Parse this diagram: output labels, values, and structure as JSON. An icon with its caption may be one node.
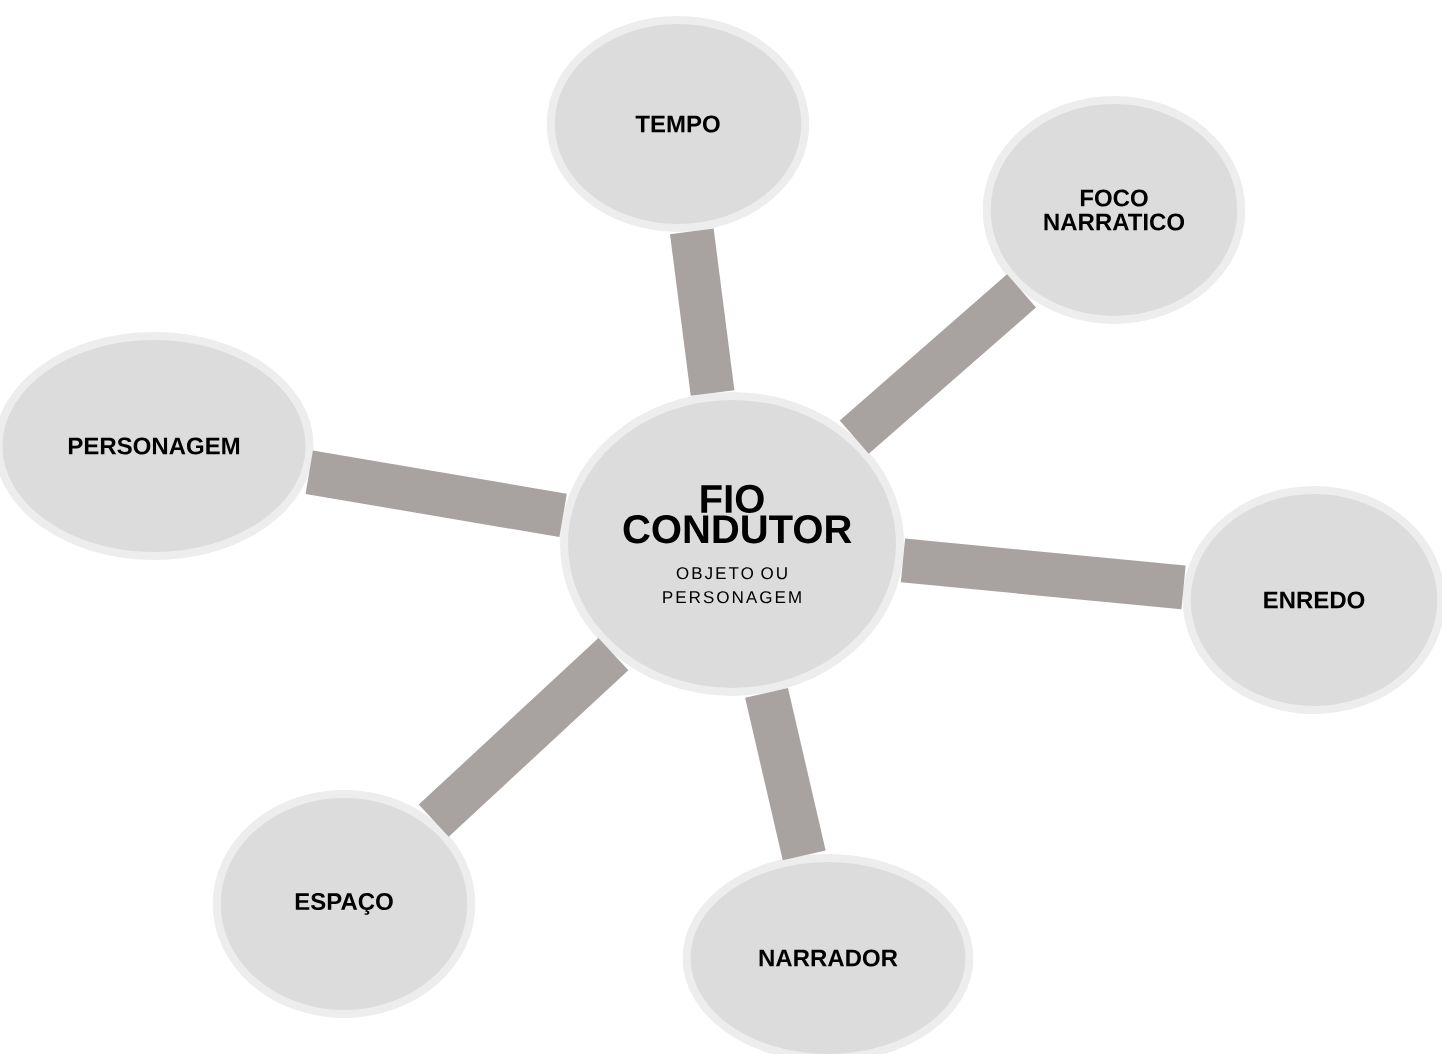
{
  "diagram": {
    "nodes": [
      {
        "text": [
          "FIO CONDUTOR",
          "OBJETO OU PERSONAGEM"
        ]
      },
      {
        "text": [
          "TEMPO"
        ]
      },
      {
        "text": [
          "FOCO NARRATICO"
        ]
      },
      {
        "text": [
          "PERSONAGEM"
        ]
      },
      {
        "text": [
          "ENREDO"
        ]
      },
      {
        "text": [
          "ESPAÇO"
        ]
      },
      {
        "text": [
          "NARRADOR"
        ]
      }
    ],
    "edges": [
      {
        "from": 0,
        "to": 1,
        "arrow": "none"
      },
      {
        "from": 0,
        "to": 2,
        "arrow": "none"
      },
      {
        "from": 0,
        "to": 3,
        "arrow": "none"
      },
      {
        "from": 0,
        "to": 4,
        "arrow": "none"
      },
      {
        "from": 0,
        "to": 5,
        "arrow": "none"
      },
      {
        "from": 0,
        "to": 6,
        "arrow": "none"
      }
    ]
  }
}
